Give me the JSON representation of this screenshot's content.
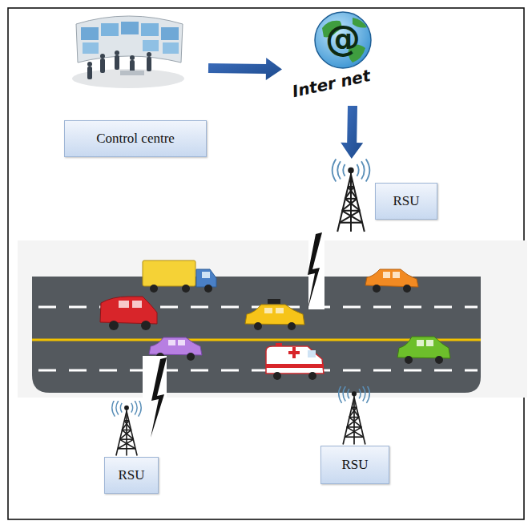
{
  "diagram": {
    "nodes": [
      {
        "text": [
          "Control centre"
        ]
      },
      {
        "text": [
          "Inter net"
        ]
      },
      {
        "text": [
          "RSU"
        ]
      },
      {
        "text": [
          "RSU"
        ]
      },
      {
        "text": [
          "RSU"
        ]
      }
    ],
    "edges": [
      {
        "from": 0,
        "to": 1,
        "arrow": "to"
      },
      {
        "from": 1,
        "to": 2,
        "arrow": "to"
      }
    ],
    "labels": [
      "@"
    ]
  }
}
